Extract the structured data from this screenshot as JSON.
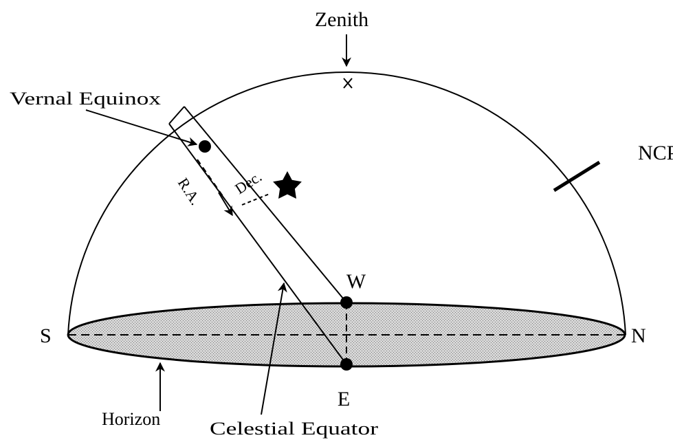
{
  "diagram": {
    "labels": {
      "zenith": "Zenith",
      "vernal_equinox": "Vernal Equinox",
      "ncp": "NCP",
      "ra": "R.A.",
      "dec": "Dec.",
      "west": "W",
      "east": "E",
      "south": "S",
      "north": "N",
      "horizon": "Horizon",
      "celestial_equator": "Celestial Equator"
    },
    "colors": {
      "ink": "#000000",
      "horizon_fill": "#c8c8c8",
      "background": "#ffffff"
    }
  }
}
